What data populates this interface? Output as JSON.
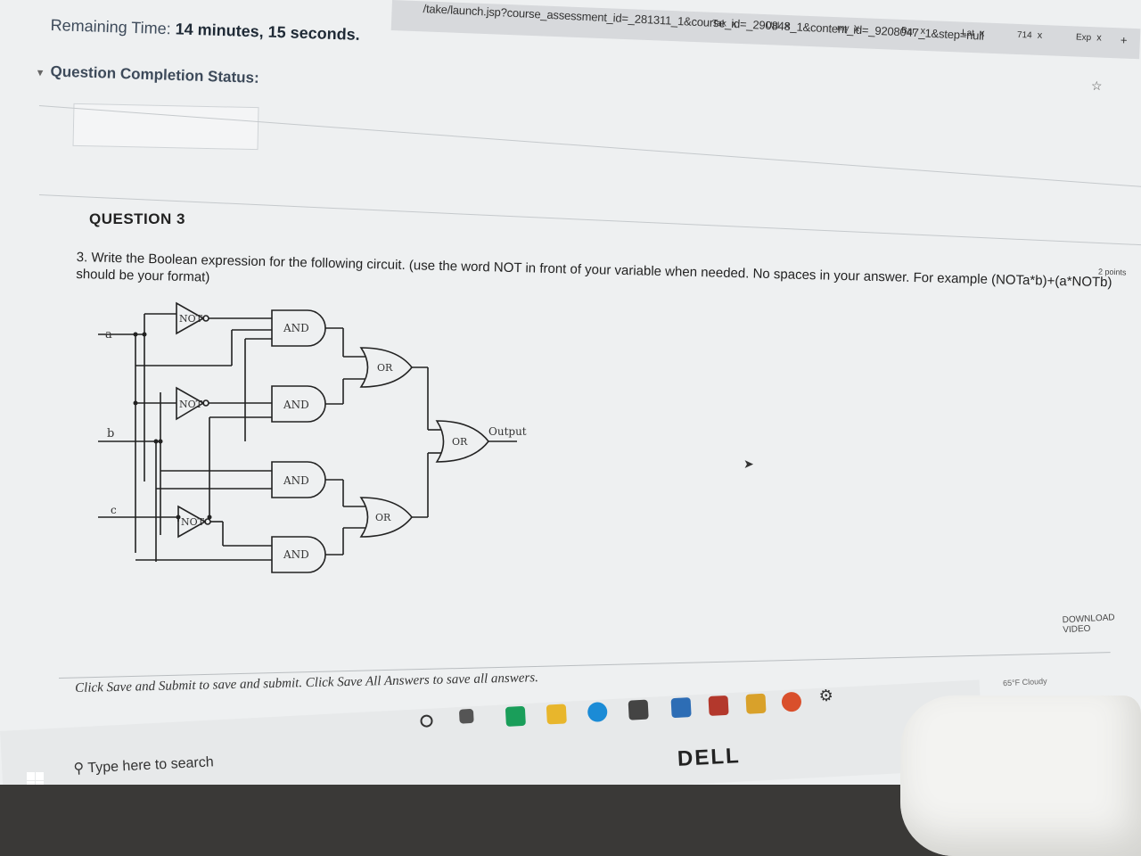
{
  "browser": {
    "url": "/take/launch.jsp?course_assessment_id=_281311_1&course_id=_290848_1&content_id=_9208047_1&step=null",
    "tabs": [
      "Tak",
      "Upl",
      "my",
      "Bar",
      "Lat",
      "714",
      "Exp"
    ],
    "new_tab": "+"
  },
  "assessment": {
    "remaining_label": "Remaining Time:",
    "remaining_value": "14 minutes, 15 seconds.",
    "completion_status": "Question Completion Status:"
  },
  "question": {
    "title": "QUESTION 3",
    "points": "2 points",
    "text_main": "3. Write the Boolean expression for the following circuit. (use the word NOT in front of your variable when needed. No spaces in your answer. For example (NOTa*b)+(a*NOTb)",
    "text_cont": "should be your format)"
  },
  "circuit": {
    "inputs": [
      "a",
      "b",
      "c"
    ],
    "not_label": "NOT",
    "and_label": "AND",
    "or_label": "OR",
    "output_label": "Output"
  },
  "footer": {
    "save_message": "Click Save and Submit to save and submit. Click Save All Answers to save all answers."
  },
  "sidebar": {
    "download": "DOWNLOAD VIDEO",
    "weather": "65°F Cloudy"
  },
  "taskbar": {
    "search_placeholder": "Type here to search"
  },
  "hardware": {
    "brand": "DELL"
  }
}
